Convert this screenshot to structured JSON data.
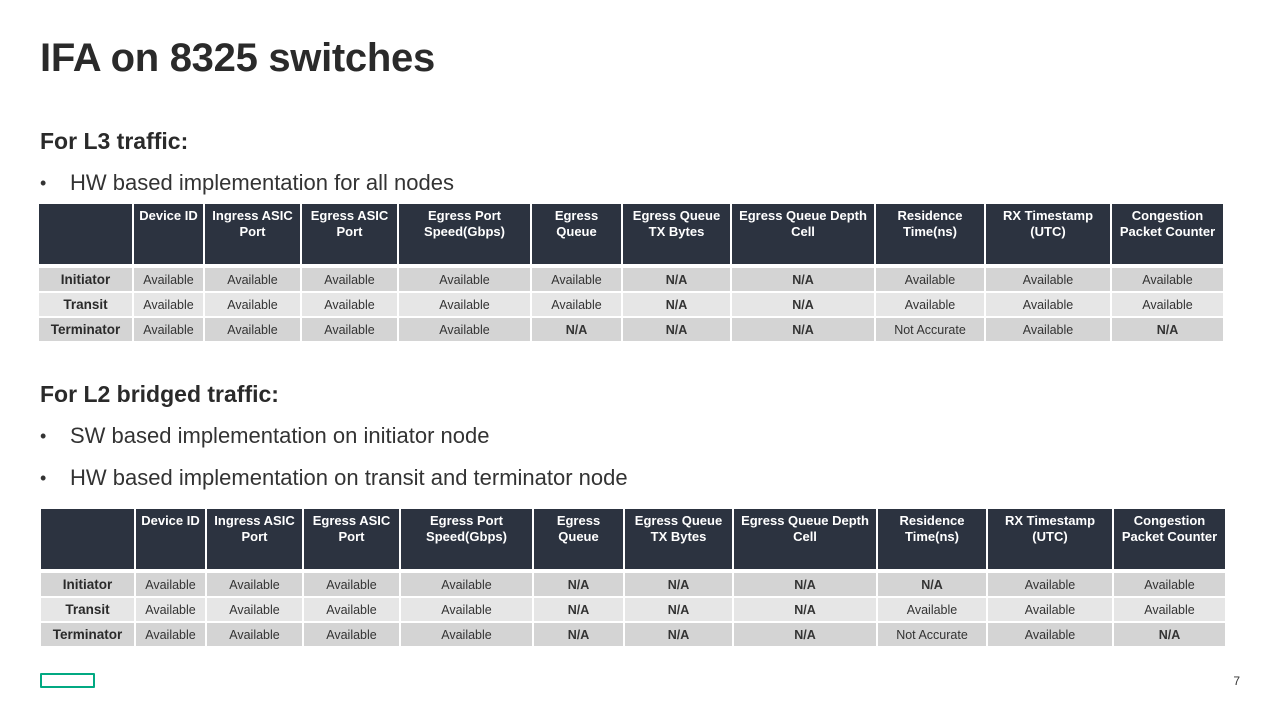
{
  "title": "IFA on 8325 switches",
  "columns": [
    "Device ID",
    "Ingress ASIC Port",
    "Egress ASIC Port",
    "Egress Port Speed(Gbps)",
    "Egress Queue",
    "Egress Queue TX Bytes",
    "Egress Queue Depth Cell",
    "Residence Time(ns)",
    "RX Timestamp (UTC)",
    "Congestion Packet Counter"
  ],
  "sections": [
    {
      "heading": "For L3 traffic:",
      "bullets": [
        "HW based implementation for all nodes"
      ],
      "rows": [
        {
          "label": "Initiator",
          "values": [
            "Available",
            "Available",
            "Available",
            "Available",
            "Available",
            "N/A",
            "N/A",
            "Available",
            "Available",
            "Available"
          ]
        },
        {
          "label": "Transit",
          "values": [
            "Available",
            "Available",
            "Available",
            "Available",
            "Available",
            "N/A",
            "N/A",
            "Available",
            "Available",
            "Available"
          ]
        },
        {
          "label": "Terminator",
          "values": [
            "Available",
            "Available",
            "Available",
            "Available",
            "N/A",
            "N/A",
            "N/A",
            "Not Accurate",
            "Available",
            "N/A"
          ]
        }
      ]
    },
    {
      "heading": "For L2 bridged traffic:",
      "bullets": [
        "SW based implementation on initiator node",
        "HW based implementation on transit and terminator node"
      ],
      "rows": [
        {
          "label": "Initiator",
          "values": [
            "Available",
            "Available",
            "Available",
            "Available",
            "N/A",
            "N/A",
            "N/A",
            "N/A",
            "Available",
            "Available"
          ]
        },
        {
          "label": "Transit",
          "values": [
            "Available",
            "Available",
            "Available",
            "Available",
            "N/A",
            "N/A",
            "N/A",
            "Available",
            "Available",
            "Available"
          ]
        },
        {
          "label": "Terminator",
          "values": [
            "Available",
            "Available",
            "Available",
            "Available",
            "N/A",
            "N/A",
            "N/A",
            "Not Accurate",
            "Available",
            "N/A"
          ]
        }
      ]
    }
  ],
  "footer": {
    "page_number": "7",
    "logo_color": "#01a982"
  },
  "colors": {
    "header_bg": "#2c3340",
    "row_dark": "#d4d4d4",
    "row_light": "#e6e6e6"
  }
}
